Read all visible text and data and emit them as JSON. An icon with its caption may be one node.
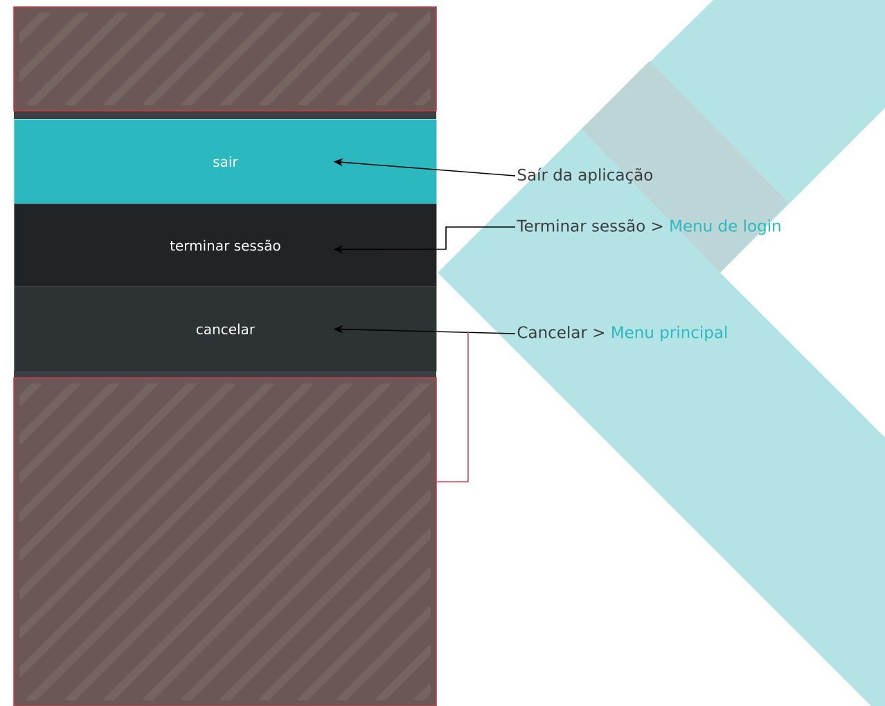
{
  "diagram": {
    "nodes": [
      {
        "text": [],
        "shape": "box"
      },
      {
        "text": [
          "sair"
        ]
      },
      {
        "text": [
          "terminar sessão"
        ]
      },
      {
        "text": [
          "cancelar"
        ]
      },
      {
        "text": [],
        "shape": "box"
      },
      {
        "text": [
          "Saír da aplicação"
        ]
      },
      {
        "text": [
          "Terminar sessão >",
          "Menu de login"
        ]
      },
      {
        "text": [
          "Cancelar >",
          "Menu principal"
        ]
      }
    ],
    "edges": [
      {
        "from": 5,
        "to": 1,
        "arrow": "to"
      },
      {
        "from": 6,
        "to": 2,
        "arrow": "to"
      },
      {
        "from": 7,
        "to": 3,
        "arrow": "to"
      },
      {
        "from": null,
        "to": 4,
        "arrow": "none",
        "color": "#d9434f"
      }
    ]
  }
}
